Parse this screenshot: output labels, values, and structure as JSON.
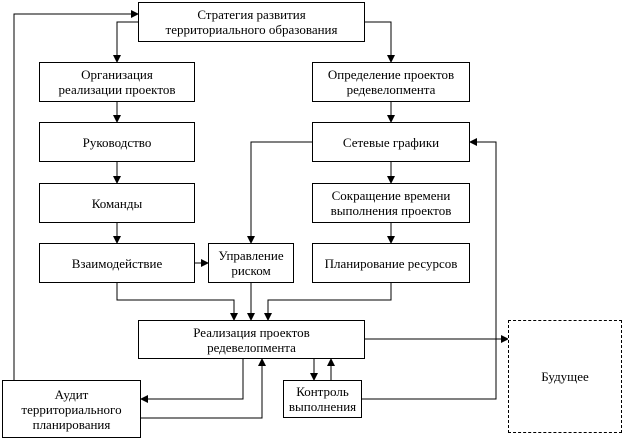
{
  "boxes": {
    "strategy": [
      "Стратегия развития",
      "территориального образования"
    ],
    "organization": [
      "Организация",
      "реализации проектов"
    ],
    "definition": [
      "Определение проектов",
      "редевелопмента"
    ],
    "leadership": [
      "Руководство"
    ],
    "network": [
      "Сетевые графики"
    ],
    "commands": [
      "Команды"
    ],
    "time_reduction": [
      "Сокращение времени",
      "выполнения проектов"
    ],
    "interaction": [
      "Взаимодействие"
    ],
    "risk": [
      "Управление",
      "риском"
    ],
    "resources": [
      "Планирование ресурсов"
    ],
    "implementation": [
      "Реализация проектов",
      "редевелопмента"
    ],
    "audit": [
      "Аудит",
      "территориального",
      "планирования"
    ],
    "control": [
      "Контроль",
      "выполнения"
    ],
    "future": [
      "Будущее"
    ]
  }
}
